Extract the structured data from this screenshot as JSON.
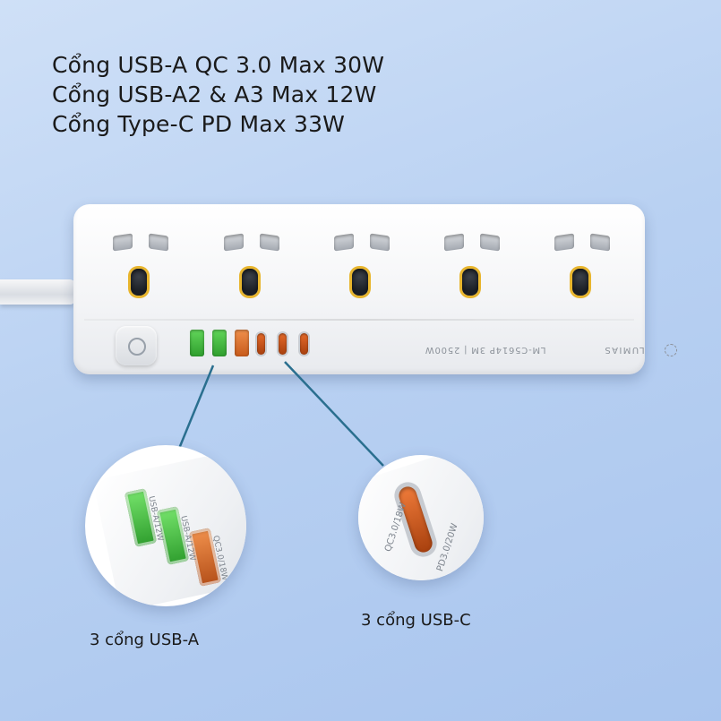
{
  "headline": {
    "lines": [
      "Cổng USB-A QC 3.0 Max 30W",
      "Cổng USB-A2 & A3 Max 12W",
      "Cổng Type-C PD Max 33W"
    ]
  },
  "product": {
    "model_text": "LM-C5614P 3M | 2500W",
    "brand_text": "LUMIAS",
    "usb_a_ports": [
      {
        "color": "green"
      },
      {
        "color": "green"
      },
      {
        "color": "orange"
      }
    ],
    "usb_c_ports": 3,
    "outlets": 5
  },
  "zoom_usb_a": {
    "port_labels": [
      "USB-A/12W",
      "USB-A/12W",
      "QC3.0/18W"
    ],
    "caption": "3 cổng USB-A"
  },
  "zoom_usb_c": {
    "port_labels": [
      "QC3.0/18W",
      "PD3.0/20W"
    ],
    "caption": "3 cổng USB-C"
  },
  "colors": {
    "background": "#b9d1f2",
    "callout_line": "#2a6f8f",
    "usb_green": "#3fb53b",
    "usb_orange": "#e0702f",
    "earth_ring": "#e8b52d"
  }
}
